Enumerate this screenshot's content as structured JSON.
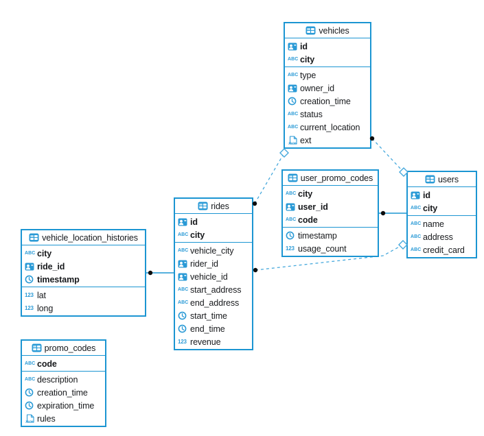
{
  "diagram": {
    "tables": [
      {
        "name": "vehicles",
        "columns": [
          {
            "name": "id",
            "type": "uuid",
            "pk": true
          },
          {
            "name": "city",
            "type": "text",
            "pk": true
          },
          {
            "name": "type",
            "type": "text",
            "pk": false
          },
          {
            "name": "owner_id",
            "type": "uuid",
            "pk": false
          },
          {
            "name": "creation_time",
            "type": "timestamp",
            "pk": false
          },
          {
            "name": "status",
            "type": "text",
            "pk": false
          },
          {
            "name": "current_location",
            "type": "text",
            "pk": false
          },
          {
            "name": "ext",
            "type": "json",
            "pk": false
          }
        ]
      },
      {
        "name": "user_promo_codes",
        "columns": [
          {
            "name": "city",
            "type": "text",
            "pk": true
          },
          {
            "name": "user_id",
            "type": "uuid",
            "pk": true
          },
          {
            "name": "code",
            "type": "text",
            "pk": true
          },
          {
            "name": "timestamp",
            "type": "timestamp",
            "pk": false
          },
          {
            "name": "usage_count",
            "type": "number",
            "pk": false
          }
        ]
      },
      {
        "name": "users",
        "columns": [
          {
            "name": "id",
            "type": "uuid",
            "pk": true
          },
          {
            "name": "city",
            "type": "text",
            "pk": true
          },
          {
            "name": "name",
            "type": "text",
            "pk": false
          },
          {
            "name": "address",
            "type": "text",
            "pk": false
          },
          {
            "name": "credit_card",
            "type": "text",
            "pk": false
          }
        ]
      },
      {
        "name": "rides",
        "columns": [
          {
            "name": "id",
            "type": "uuid",
            "pk": true
          },
          {
            "name": "city",
            "type": "text",
            "pk": true
          },
          {
            "name": "vehicle_city",
            "type": "text",
            "pk": false
          },
          {
            "name": "rider_id",
            "type": "uuid",
            "pk": false
          },
          {
            "name": "vehicle_id",
            "type": "uuid",
            "pk": false
          },
          {
            "name": "start_address",
            "type": "text",
            "pk": false
          },
          {
            "name": "end_address",
            "type": "text",
            "pk": false
          },
          {
            "name": "start_time",
            "type": "timestamp",
            "pk": false
          },
          {
            "name": "end_time",
            "type": "timestamp",
            "pk": false
          },
          {
            "name": "revenue",
            "type": "number",
            "pk": false
          }
        ]
      },
      {
        "name": "vehicle_location_histories",
        "columns": [
          {
            "name": "city",
            "type": "text",
            "pk": true
          },
          {
            "name": "ride_id",
            "type": "uuid",
            "pk": true
          },
          {
            "name": "timestamp",
            "type": "timestamp",
            "pk": true
          },
          {
            "name": "lat",
            "type": "number",
            "pk": false
          },
          {
            "name": "long",
            "type": "number",
            "pk": false
          }
        ]
      },
      {
        "name": "promo_codes",
        "columns": [
          {
            "name": "code",
            "type": "text",
            "pk": true
          },
          {
            "name": "description",
            "type": "text",
            "pk": false
          },
          {
            "name": "creation_time",
            "type": "timestamp",
            "pk": false
          },
          {
            "name": "expiration_time",
            "type": "timestamp",
            "pk": false
          },
          {
            "name": "rules",
            "type": "json",
            "pk": false
          }
        ]
      }
    ],
    "connections": [
      {
        "from": "vehicle_location_histories",
        "to": "rides",
        "style": "solid"
      },
      {
        "from": "user_promo_codes",
        "to": "users",
        "style": "solid"
      },
      {
        "from": "rides",
        "to": "vehicles",
        "style": "dashed"
      },
      {
        "from": "vehicles",
        "to": "users",
        "style": "dashed"
      },
      {
        "from": "rides",
        "to": "users",
        "style": "dashed"
      }
    ],
    "icon_labels": {
      "text_icon": "ABC",
      "number_icon": "123",
      "json_icon": "JSON"
    },
    "column_type_icons": {
      "uuid": "uuid-icon",
      "text": "abc-icon",
      "timestamp": "clock-icon",
      "number": "number-icon",
      "json": "json-icon"
    },
    "colors": {
      "accent": "#1b95d2",
      "icon_blue": "#2a9ad6",
      "dashed_line": "#45a8dc",
      "text": "#17191c",
      "background": "#ffffff"
    }
  }
}
